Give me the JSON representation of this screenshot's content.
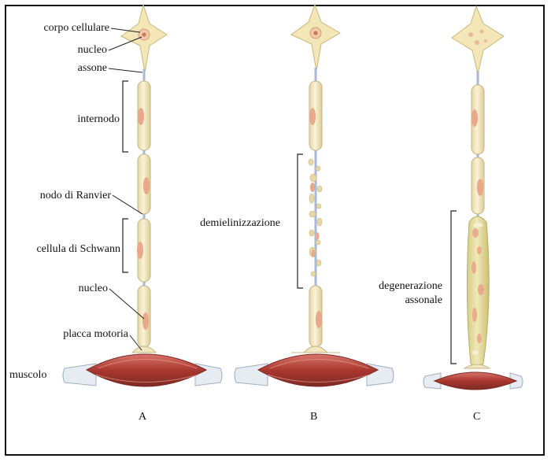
{
  "panels": [
    {
      "letter": "A"
    },
    {
      "letter": "B"
    },
    {
      "letter": "C"
    }
  ],
  "labels": {
    "corpo_cellulare": "corpo cellulare",
    "nucleo_top": "nucleo",
    "assone": "assone",
    "internodo": "internodo",
    "nodo_di_ranvier": "nodo di Ranvier",
    "cellula_di_schwann": "cellula di Schwann",
    "nucleo_bottom": "nucleo",
    "placca_motoria": "placca motoria",
    "muscolo": "muscolo",
    "demielinizzazione": "demielinizzazione",
    "degenerazione_line1": "degenerazione",
    "degenerazione_line2": "assonale"
  },
  "colors": {
    "neuron_body": "#f3e7b8",
    "neuron_outline": "#c9b67a",
    "myelin": "#f1e6bf",
    "myelin_outline": "#c8b585",
    "nucleus": "#e9a88a",
    "axon": "#a9b8d8",
    "muscle": "#b5443c",
    "tendon": "#e6ecf2",
    "degeneration": "#e4dc9c"
  }
}
